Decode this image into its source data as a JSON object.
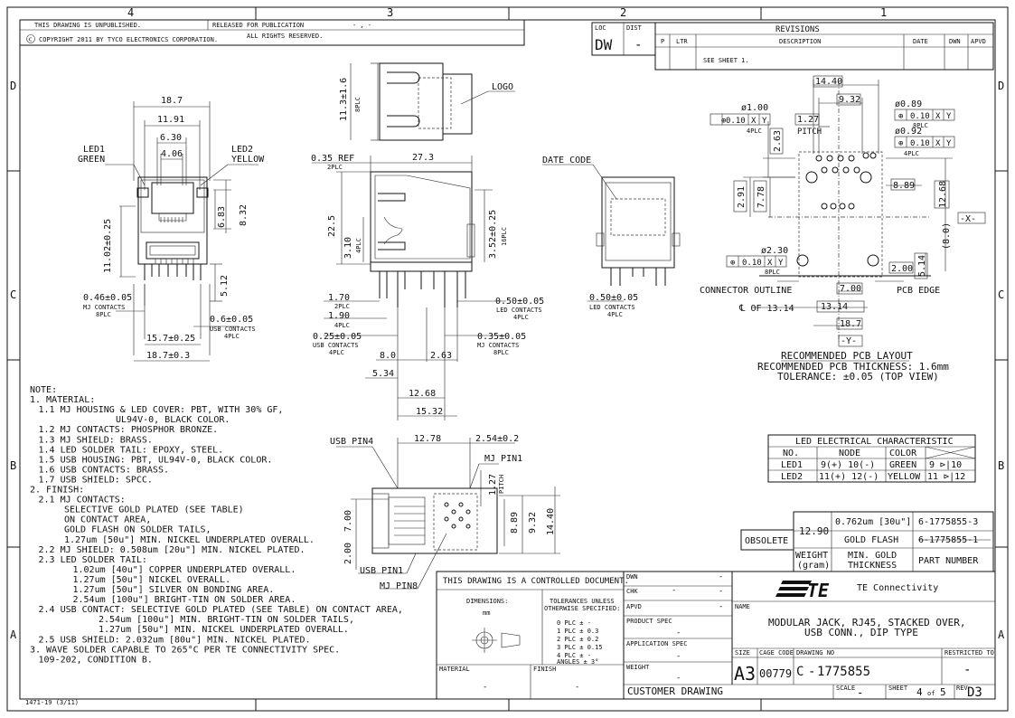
{
  "zones_top": [
    "4",
    "3",
    "2",
    "1"
  ],
  "zones_side": [
    "D",
    "C",
    "B",
    "A"
  ],
  "header": {
    "unpublished": "THIS DRAWING IS UNPUBLISHED.",
    "released": "RELEASED FOR PUBLICATION",
    "released_val": "- , -",
    "copyright": "COPYRIGHT  2011    BY TYCO ELECTRONICS CORPORATION.",
    "rights": "ALL RIGHTS RESERVED."
  },
  "loc": {
    "loc_label": "LOC",
    "dist_label": "DIST",
    "loc_value": "DW",
    "dist_value": "-"
  },
  "revisions": {
    "title": "REVISIONS",
    "col_p": "P",
    "col_ltr": "LTR",
    "col_desc": "DESCRIPTION",
    "col_date": "DATE",
    "col_dwn": "DWN",
    "col_apvd": "APVD",
    "row_desc": "SEE SHEET 1."
  },
  "front_view": {
    "d_187": "18.7",
    "d_1191": "11.91",
    "d_630": "6.30",
    "d_406": "4.06",
    "led1": "LED1",
    "led1_color": "GREEN",
    "led2": "LED2",
    "led2_color": "YELLOW",
    "d_683": "6.83",
    "d_832": "8.32",
    "d_1102": "11.02±0.25",
    "d_512": "5.12",
    "d_046": "0.46±0.05",
    "mj_contacts": "MJ CONTACTS",
    "plc8": "8PLC",
    "d_06": "0.6±0.05",
    "usb_contacts": "USB CONTACTS",
    "plc4": "4PLC",
    "d_157": "15.7±0.25",
    "d_187b": "18.7±0.3"
  },
  "side_view": {
    "d_logo_h": "11.3±1.6",
    "d_logo_plc": "8PLC",
    "logo": "LOGO",
    "d_035": "0.35 REF",
    "plc2": "2PLC",
    "d_273": "27.3",
    "d_225": "22.5",
    "d_310": "3.10",
    "plc4": "4PLC",
    "d_352": "3.52±0.25",
    "plc16": "16PLC",
    "d_170": "1.70",
    "plc2b": "2PLC",
    "d_190": "1.90",
    "plc4b": "4PLC",
    "d_025": "0.25±0.05",
    "usb_contacts": "USB CONTACTS",
    "plc4c": "4PLC",
    "d_050": "0.50±0.05",
    "led_contacts": "LED CONTACTS",
    "plc4d": "4PLC",
    "d_035b": "0.35±0.05",
    "mj_contacts": "MJ CONTACTS",
    "plc8": "8PLC",
    "d_80": "8.0",
    "d_263": "2.63",
    "d_534": "5.34",
    "d_1268": "12.68",
    "d_1532": "15.32"
  },
  "rear_view": {
    "date_code": "DATE CODE",
    "d_050": "0.50±0.05",
    "led_contacts": "LED CONTACTS",
    "plc4": "4PLC"
  },
  "pcb_layout": {
    "d_1440": "14.40",
    "d_932": "9.32",
    "d_100": "ø1.00",
    "tol1": "0.10",
    "x": "X",
    "y": "Y",
    "plc4": "4PLC",
    "d_127": "1.27",
    "pitch": "PITCH",
    "d_089": "ø0.89",
    "tol2": "0.10",
    "plc8": "8PLC",
    "d_092": "ø0.92",
    "tol3": "0.10",
    "plc4b": "4PLC",
    "d_263": "2.63",
    "d_889": "8.89",
    "d_1268": "12.68",
    "d_291": "2.91",
    "d_778": "7.78",
    "datum_x": "-X-",
    "d_80": "(8.0)",
    "d_230": "ø2.30",
    "tol4": "0.10",
    "plc8b": "8PLC",
    "d_200": "2.00",
    "d_514": "5.14",
    "connector_outline": "CONNECTOR OUTLINE",
    "pcb_edge": "PCB EDGE",
    "d_700": "7.00",
    "cl_label": "℄ OF 13.14",
    "d_1314": "13.14",
    "d_187": "18.7",
    "datum_y": "-Y-",
    "title1": "RECOMMENDED PCB LAYOUT",
    "title2": "RECOMMENDED PCB THICKNESS: 1.6mm",
    "title3": "TOLERANCE: ±0.05 (TOP VIEW)"
  },
  "top_view": {
    "usb_pin4": "USB PIN4",
    "d_1278": "12.78",
    "d_254": "2.54±0.2",
    "mj_pin1": "MJ PIN1",
    "d_127": "1.27",
    "pitch": "PITCH",
    "d_700": "7.00",
    "d_200": "2.00",
    "d_889": "8.89",
    "d_932": "9.32",
    "d_1440": "14.40",
    "usb_pin1": "USB PIN1",
    "mj_pin8": "MJ PIN8"
  },
  "led_table": {
    "title": "LED ELECTRICAL CHARACTERISTIC",
    "headers": [
      "NO.",
      "NODE",
      "COLOR",
      ""
    ],
    "rows": [
      [
        "LED1",
        "9(+)  10(-)",
        "GREEN",
        "9 ⊳|10"
      ],
      [
        "LED2",
        "11(+)  12(-)",
        "YELLOW",
        "11 ⊳|12"
      ]
    ]
  },
  "plating_table": {
    "obsolete": "OBSOLETE",
    "d_1290": "12.90",
    "row1_plating": "0.762um [30u\"]",
    "row1_pn": "6-1775855-3",
    "row2_plating": "GOLD FLASH",
    "row2_pn": "6-1775855-1",
    "weight": "WEIGHT",
    "gram": "(gram)",
    "min_gold": "MIN. GOLD",
    "thickness": "THICKNESS",
    "part_number": "PART NUMBER"
  },
  "notes": [
    {
      "text": "NOTE:",
      "indent": 0
    },
    {
      "text": "1. MATERIAL:",
      "indent": 0
    },
    {
      "text": "1.1 MJ HOUSING & LED COVER: PBT, WITH 30% GF,",
      "indent": 1
    },
    {
      "text": "UL94V-0, BLACK COLOR.",
      "indent": 10
    },
    {
      "text": "1.2 MJ CONTACTS: PHOSPHOR BRONZE.",
      "indent": 1
    },
    {
      "text": "1.3 MJ SHIELD: BRASS.",
      "indent": 1
    },
    {
      "text": "1.4 LED SOLDER TAIL: EPOXY, STEEL.",
      "indent": 1
    },
    {
      "text": "1.5 USB HOUSING: PBT, UL94V-0, BLACK COLOR.",
      "indent": 1
    },
    {
      "text": "1.6 USB CONTACTS: BRASS.",
      "indent": 1
    },
    {
      "text": "1.7 USB SHIELD: SPCC.",
      "indent": 1
    },
    {
      "text": "2. FINISH:",
      "indent": 0
    },
    {
      "text": "2.1 MJ CONTACTS:",
      "indent": 1
    },
    {
      "text": "SELECTIVE GOLD PLATED (SEE TABLE)",
      "indent": 4
    },
    {
      "text": "ON CONTACT AREA,",
      "indent": 4
    },
    {
      "text": "GOLD FLASH ON SOLDER TAILS,",
      "indent": 4
    },
    {
      "text": "1.27um [50u\"] MIN. NICKEL UNDERPLATED OVERALL.",
      "indent": 4
    },
    {
      "text": "2.2 MJ SHIELD: 0.508um [20u\"] MIN. NICKEL PLATED.",
      "indent": 1
    },
    {
      "text": "2.3 LED SOLDER TAIL:",
      "indent": 1
    },
    {
      "text": "1.02um [40u\"] COPPER UNDERPLATED OVERALL.",
      "indent": 5
    },
    {
      "text": "1.27um [50u\"] NICKEL OVERALL.",
      "indent": 5
    },
    {
      "text": "1.27um [50u\"] SILVER ON BONDING AREA.",
      "indent": 5
    },
    {
      "text": "2.54um [100u\"] BRIGHT-TIN ON SOLDER AREA.",
      "indent": 5
    },
    {
      "text": "2.4 USB CONTACT: SELECTIVE GOLD PLATED (SEE TABLE) ON CONTACT AREA,",
      "indent": 1
    },
    {
      "text": "2.54um [100u\"] MIN. BRIGHT-TIN ON SOLDER TAILS,",
      "indent": 8
    },
    {
      "text": "1.27um [50u\"] MIN. NICKEL UNDERPLATED OVERALL.",
      "indent": 8
    },
    {
      "text": "2.5 USB SHIELD: 2.032um [80u\"] MIN. NICKEL PLATED.",
      "indent": 1
    },
    {
      "text": "3. WAVE SOLDER CAPABLE TO 265°C PER TE CONNECTIVITY SPEC.",
      "indent": 0
    },
    {
      "text": "109-202, CONDITION B.",
      "indent": 1
    }
  ],
  "form_no": "1471-19  (3/11)",
  "title_block": {
    "controlled": "THIS DRAWING IS A CONTROLLED DOCUMENT.",
    "dimensions": "DIMENSIONS:",
    "mm": "mm",
    "tolerances": "TOLERANCES UNLESS",
    "otherwise": "OTHERWISE SPECIFIED:",
    "tol_rows": [
      "0  PLC     ± -",
      "1  PLC     ± 0.3",
      "2  PLC     ± 0.2",
      "3  PLC     ± 0.15",
      "4  PLC     ± -"
    ],
    "angles": "ANGLES          ± 3°",
    "material": "MATERIAL",
    "finish": "FINISH",
    "dash": "-",
    "dwn": "DWN",
    "chk": "CHK",
    "apvd": "APVD",
    "product_spec": "PRODUCT SPEC",
    "application_spec": "APPLICATION SPEC",
    "weight": "WEIGHT",
    "customer_drawing": "CUSTOMER DRAWING",
    "company": "TE Connectivity",
    "name_label": "NAME",
    "name1": "MODULAR JACK, RJ45, STACKED OVER,",
    "name2": "USB CONN., DIP TYPE",
    "size_label": "SIZE",
    "cage_label": "CAGE CODE",
    "dwg_label": "DRAWING NO",
    "restricted_label": "RESTRICTED TO",
    "size": "A3",
    "cage": "00779",
    "dwg": "1775855",
    "scale_label": "SCALE",
    "scale": "-",
    "sheet_label": "SHEET",
    "sheet": "4",
    "of": "of",
    "sheets": "5",
    "rev_label": "REV",
    "rev": "D3"
  }
}
